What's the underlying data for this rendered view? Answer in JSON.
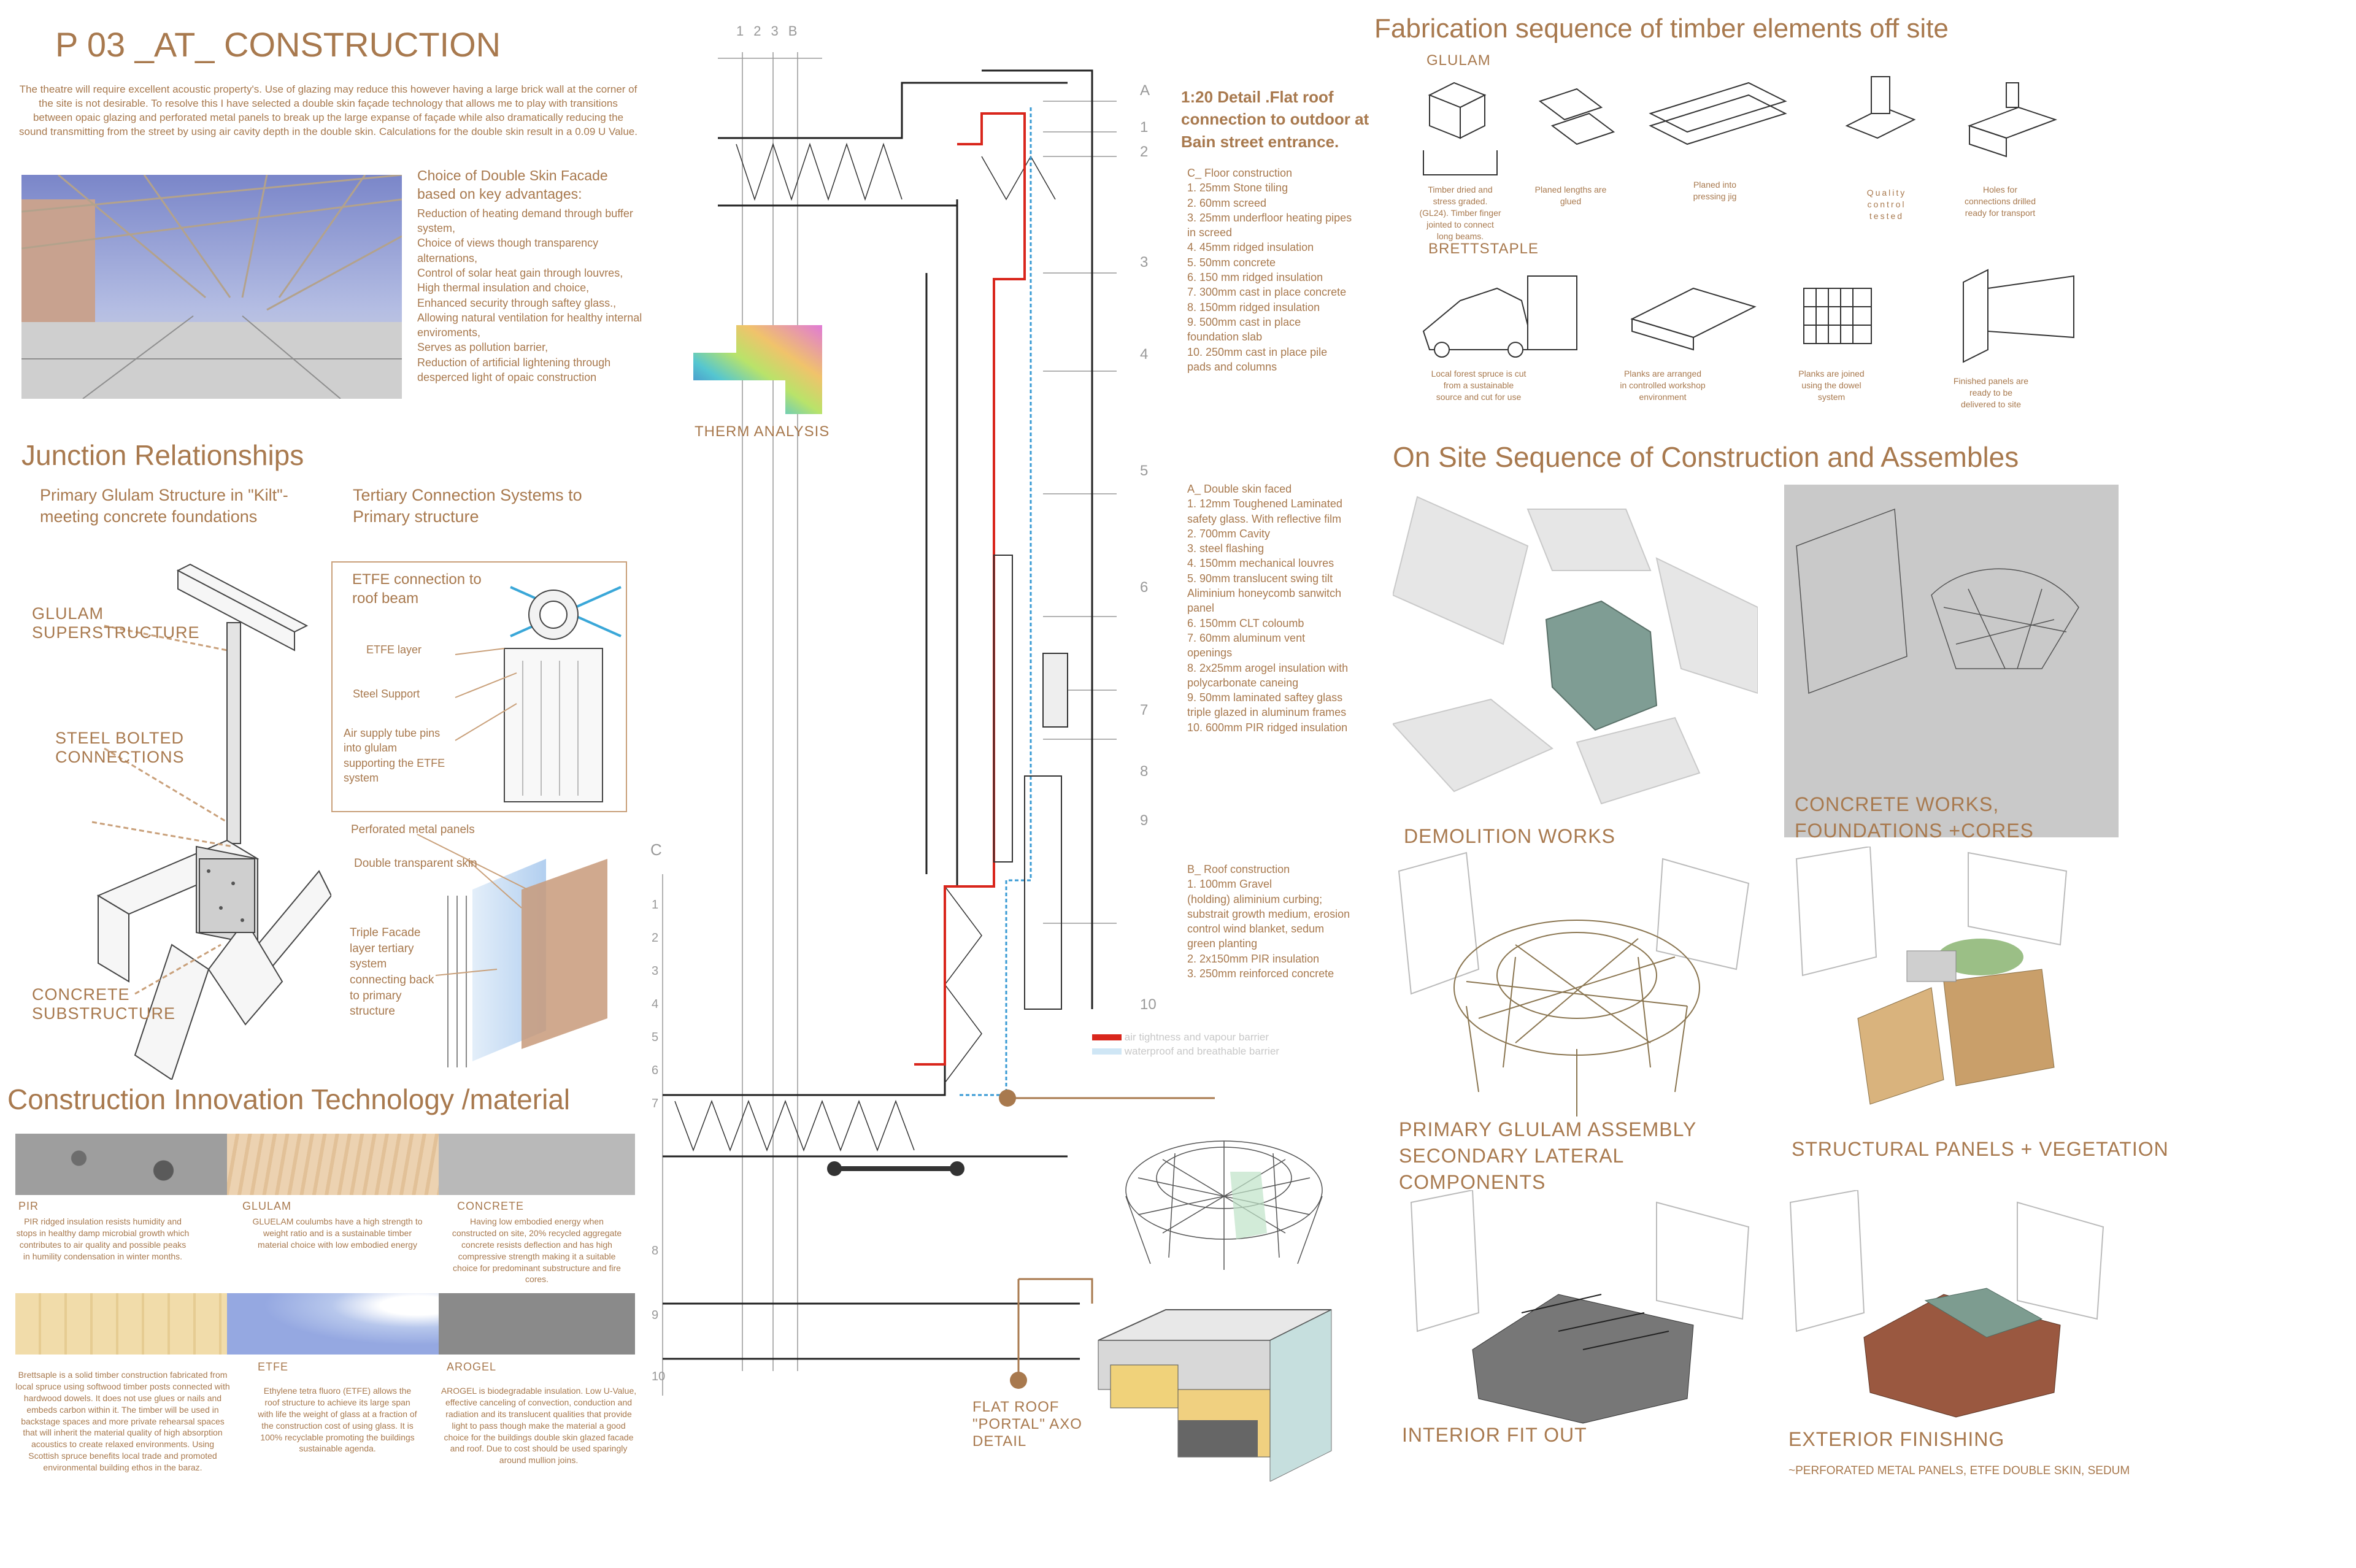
{
  "header": {
    "title": "P 03 _AT_ CONSTRUCTION",
    "intro": "The theatre will require excellent acoustic property's. Use of glazing may reduce this however having a large brick wall at the corner of the site is not desirable. To resolve this I have selected a double skin façade technology that allows me to play with transitions between opaic glazing and perforated metal panels to break up the large expanse of façade while also dramatically reducing the sound transmitting from the street by using air cavity depth in the double skin. Calculations for the double skin result in a 0.09 U Value."
  },
  "double_skin": {
    "heading": "Choice of Double Skin Facade based on key advantages:",
    "items": [
      "Reduction of heating demand through buffer system,",
      "Choice of views though transparency alternations,",
      "Control of solar heat gain through louvres,",
      "High thermal insulation and choice,",
      "Enhanced security through saftey glass.,",
      "Allowing natural ventilation for healthy internal enviroments,",
      "Serves as pollution barrier,",
      "Reduction of artificial lightening through desperced light of opaic construction"
    ]
  },
  "junction": {
    "title": "Junction Relationships",
    "primary_heading": "Primary Glulam Structure in \"Kilt\"- meeting concrete foundations",
    "tertiary_heading": "Tertiary Connection Systems to Primary structure",
    "labels": {
      "glulam": "GLULAM SUPERSTRUCTURE",
      "steel": "STEEL BOLTED CONNECTIONS",
      "concrete": "CONCRETE SUBSTRUCTURE",
      "etfe_connection": "ETFE connection to roof beam",
      "etfe_layer": "ETFE layer",
      "steel_support": "Steel Support",
      "air_supply": "Air supply tube pins into glulam supporting the ETFE system",
      "perforated": "Perforated metal panels",
      "double_transparent": "Double transparent skin",
      "triple_facade": "Triple Facade layer tertiary system connecting back to primary structure"
    }
  },
  "innovation": {
    "title": "Construction Innovation Technology /material",
    "materials": [
      {
        "name": "PIR",
        "text": "PIR ridged insulation resists humidity and stops in healthy damp microbial growth which contributes to air quality and possible peaks in humility condensation in winter months."
      },
      {
        "name": "GLULAM",
        "text": "GLUELAM coulumbs have a high strength to weight ratio and is a sustainable timber material choice with low embodied energy"
      },
      {
        "name": "CONCRETE",
        "text": "Having low embodied energy when constructed on site, 20% recycled aggregate concrete resists deflection and has high compressive strength making it a suitable choice for predominant substructure and fire cores."
      },
      {
        "name": "",
        "text": "Brettsaple is a solid timber construction fabricated from local spruce using softwood timber posts connected with hardwood dowels. It does not use glues or nails and embeds carbon within it. The timber will be used in backstage spaces and more private rehearsal spaces that will inherit the material quality of high absorption acoustics to create relaxed environments. Using Scottish spruce benefits local trade and promoted environmental building ethos in the baraz."
      },
      {
        "name": "ETFE",
        "text": "Ethylene tetra fluoro (ETFE) allows the roof structure to achieve its large span with life the weight of glass at a fraction of the construction cost of using glass. It is 100% recyclable promoting the buildings sustainable agenda."
      },
      {
        "name": "AROGEL",
        "text": "AROGEL is biodegradable insulation. Low U-Value, effective canceling of convection, conduction and radiation and its translucent qualities that provide light to pass though make the material a good choice for the buildings double skin glazed facade and roof. Due to cost should be used sparingly around mullion joins."
      }
    ]
  },
  "section": {
    "grid_top": [
      "1",
      "2",
      "3",
      "B"
    ],
    "grid_right": [
      "A",
      "1",
      "2",
      "3",
      "4",
      "5",
      "6",
      "7",
      "8",
      "9",
      "10"
    ],
    "grid_left_letter": "C",
    "grid_left": [
      "1",
      "2",
      "3",
      "4",
      "5",
      "6",
      "7",
      "8",
      "9",
      "10"
    ],
    "therm_label": "THERM ANALYSIS",
    "legend": [
      {
        "label": "air tightness and vapour barrier",
        "color": "#d9261c"
      },
      {
        "label": "waterproof and breathable barrier",
        "color": "#cfe6f5"
      }
    ],
    "axo_label": "FLAT ROOF \"PORTAL\" AXO DETAIL"
  },
  "detail": {
    "title": "1:20 Detail .Flat roof connection to outdoor at Bain street entrance.",
    "floor": {
      "heading": "C_ Floor construction",
      "items": [
        "1. 25mm Stone tiling",
        "2. 60mm screed",
        "3. 25mm underfloor heating pipes in screed",
        "4. 45mm ridged insulation",
        "5. 50mm concrete",
        "6. 150 mm ridged insulation",
        "7. 300mm cast in place concrete",
        "8. 150mm ridged insulation",
        "9. 500mm cast in place foundation slab",
        "10. 250mm cast in place pile pads and columns"
      ]
    },
    "skin": {
      "heading": "A_ Double skin faced",
      "items": [
        "1. 12mm Toughened Laminated safety glass. With reflective film",
        "2. 700mm Cavity",
        "3. steel flashing",
        "4. 150mm mechanical louvres",
        "5. 90mm translucent swing tilt Aliminium honeycomb sanwitch panel",
        "6. 150mm CLT coloumb",
        "7. 60mm aluminum vent openings",
        "8. 2x25mm arogel insulation with polycarbonate caneing",
        "9. 50mm laminated saftey glass triple glazed in aluminum frames",
        "10. 600mm PIR ridged insulation"
      ]
    },
    "roof": {
      "heading": "B_ Roof construction",
      "items": [
        "1. 100mm Gravel",
        "(holding) aliminium curbing; substrait growth medium, erosion control wind blanket, sedum green planting",
        "2. 2x150mm PIR insulation",
        "3. 250mm reinforced concrete"
      ]
    }
  },
  "fabrication": {
    "title": "Fabrication sequence of timber elements off site",
    "glulam_label": "GLULAM",
    "glulam_steps": [
      "Timber dried and stress graded. (GL24). Timber finger jointed to connect long beams.",
      "Planed lengths are glued",
      "Planed into pressing jig",
      "Quality control tested",
      "Holes for connections drilled ready for transport"
    ],
    "brett_label": "BRETTSTAPLE",
    "brett_steps": [
      "Local forest spruce is cut from a sustainable source and cut for use",
      "Planks are arranged in controlled workshop environment",
      "Planks are joined using the dowel system",
      "Finished panels are ready to be delivered to site"
    ]
  },
  "onsite": {
    "title": "On Site Sequence of Construction and Assembles",
    "stages": [
      {
        "label": "DEMOLITION WORKS"
      },
      {
        "label": "CONCRETE WORKS, FOUNDATIONS +CORES"
      },
      {
        "label": "PRIMARY GLULAM ASSEMBLY SECONDARY LATERAL COMPONENTS"
      },
      {
        "label": "STRUCTURAL PANELS + VEGETATION"
      },
      {
        "label": "INTERIOR FIT OUT"
      },
      {
        "label": "EXTERIOR FINISHING"
      }
    ],
    "exterior_note": "~PERFORATED METAL PANELS, ETFE DOUBLE SKIN, SEDUM"
  },
  "colors": {
    "accent": "#a8794e",
    "red_barrier": "#d9261c",
    "blue_barrier": "#cfe6f5"
  }
}
